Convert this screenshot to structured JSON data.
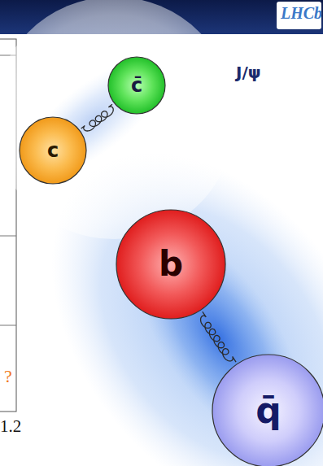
{
  "diagram": {
    "nodes": [
      {
        "text": [
          "J/ψ"
        ]
      },
      {
        "text": [
          "c̄"
        ],
        "in": 0
      },
      {
        "text": [
          "c"
        ],
        "in": 0
      },
      {
        "text": [
          "b"
        ]
      },
      {
        "text": [
          "q̄"
        ]
      }
    ],
    "edges": [
      {
        "from": 2,
        "to": 1,
        "arrow": "none"
      },
      {
        "from": 3,
        "to": 4,
        "arrow": "none"
      }
    ],
    "labels": [
      "LHCb",
      "?",
      "1.2"
    ]
  }
}
